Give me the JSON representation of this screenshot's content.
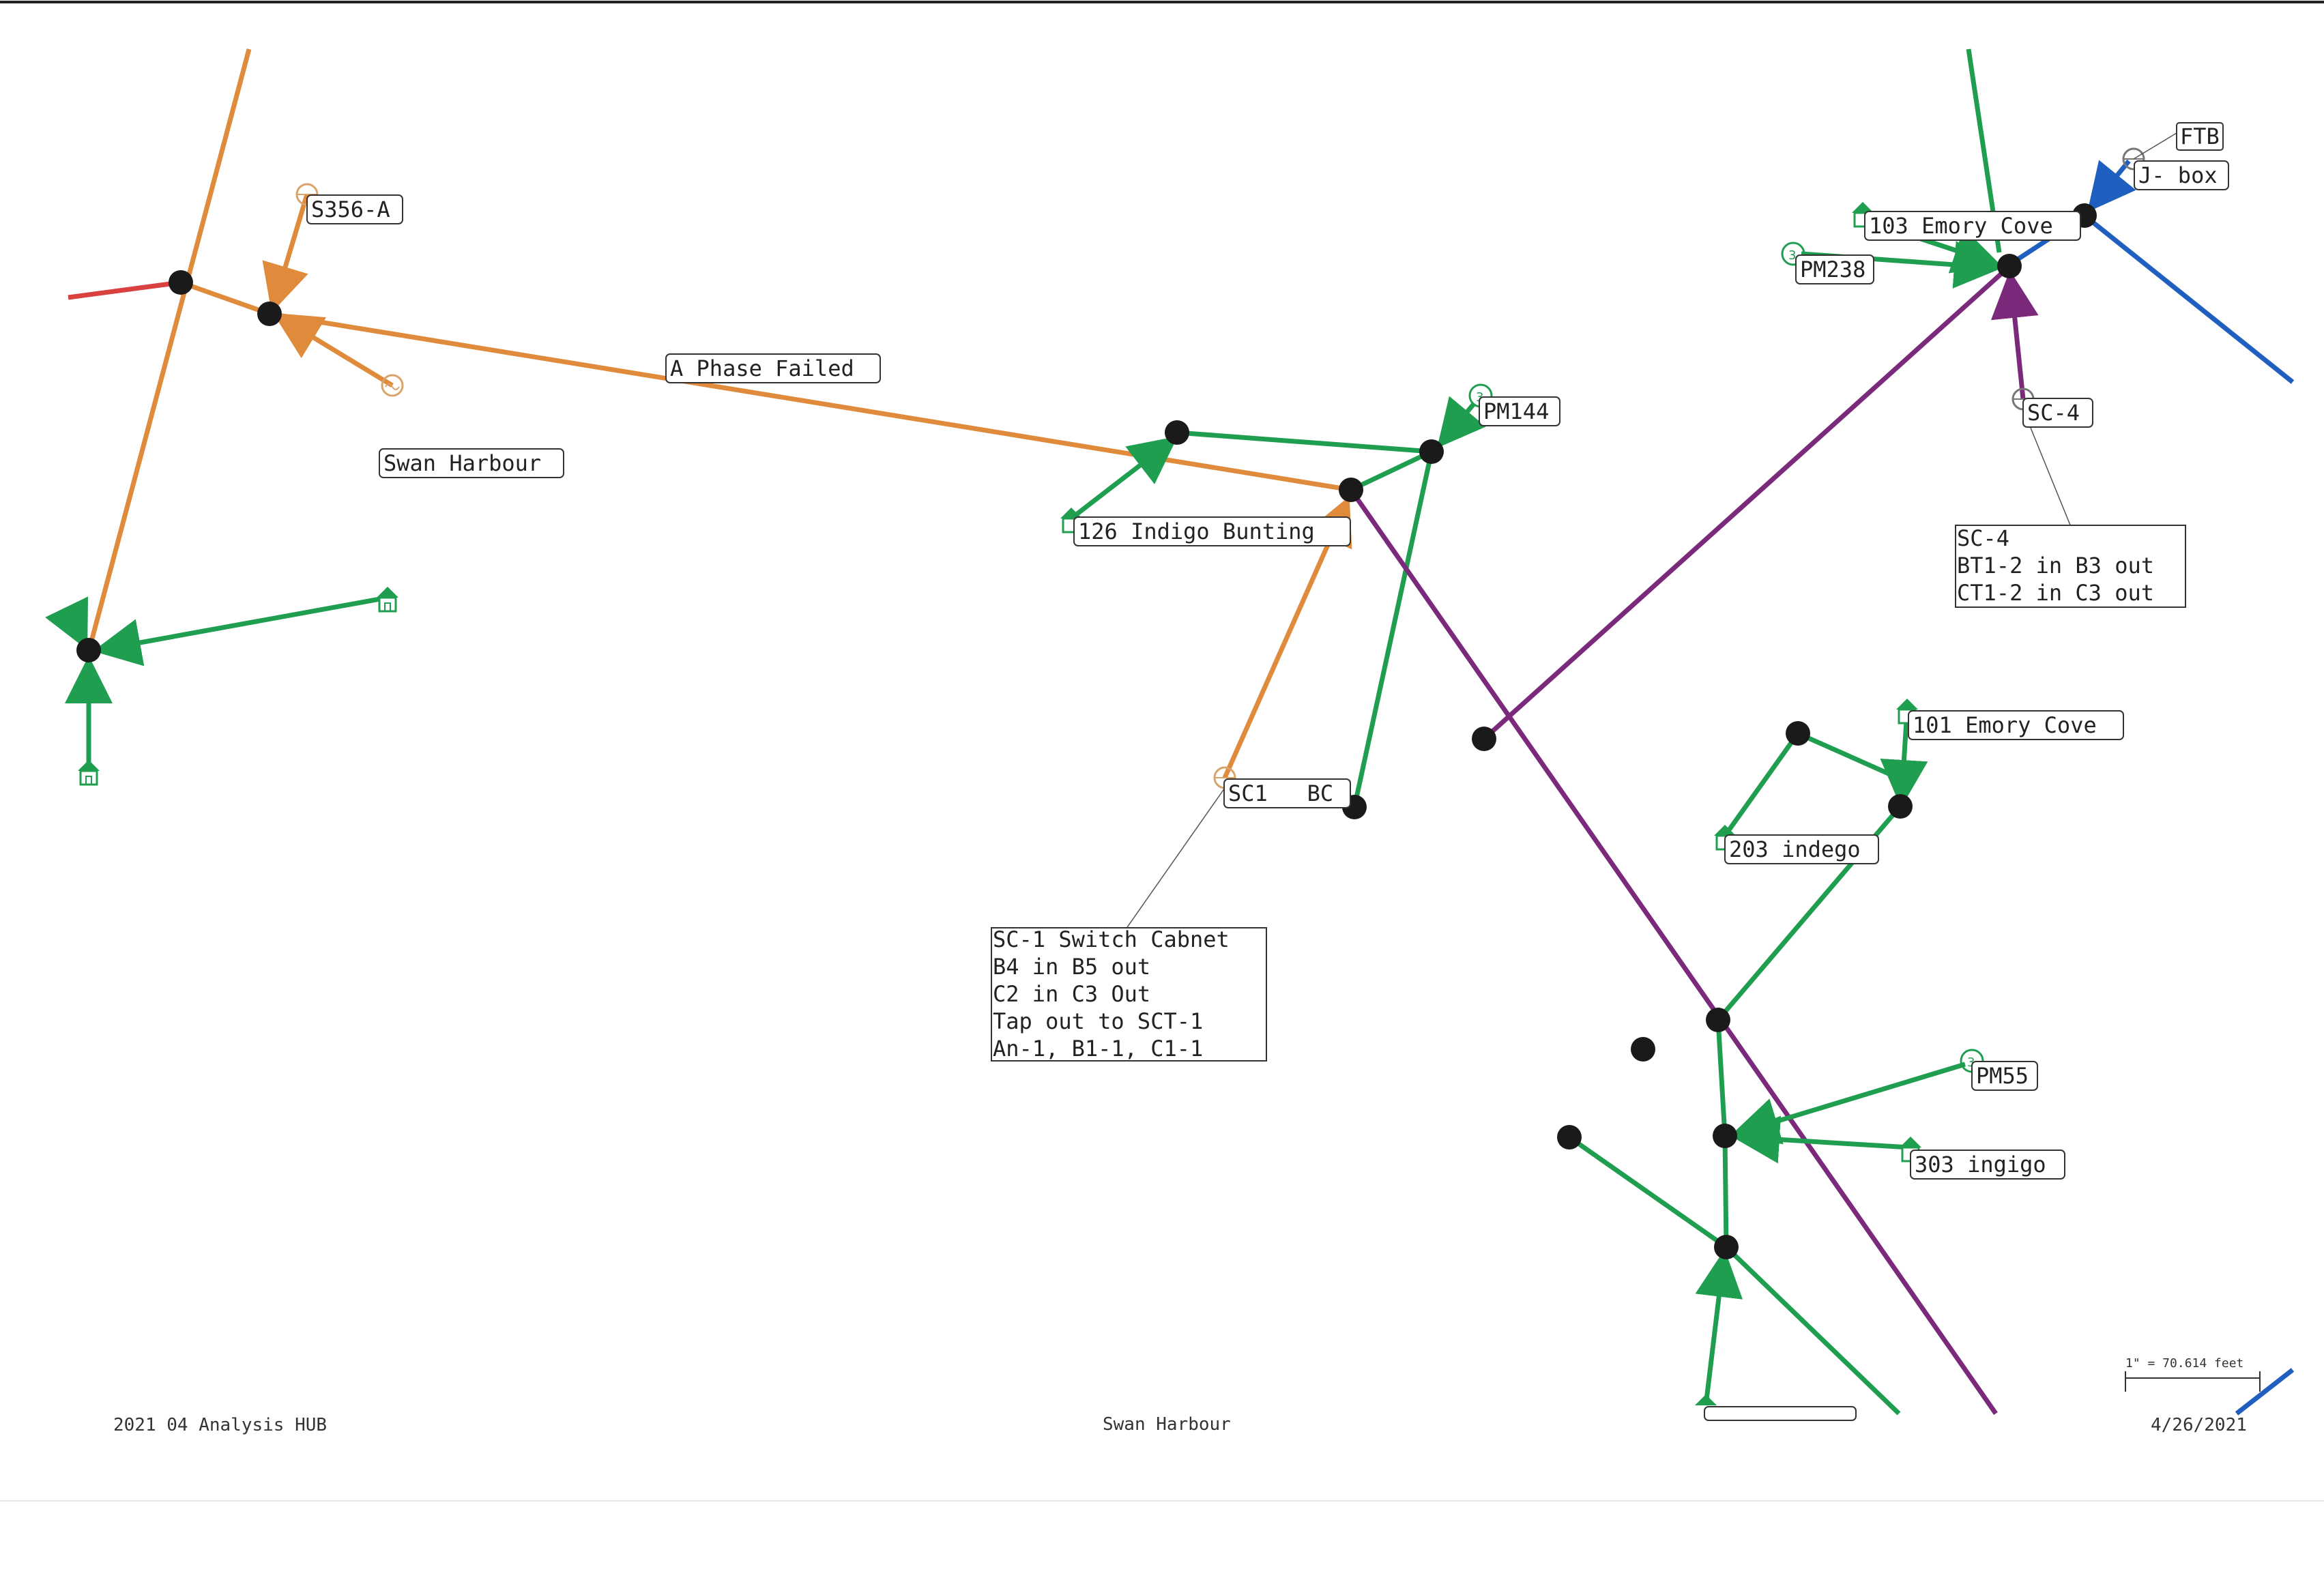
{
  "labels": {
    "s356a": "S356-A",
    "a_phase_failed": "A Phase Failed",
    "swan_harbour_map": "Swan Harbour",
    "indigo_126": "126 Indigo Bunting",
    "pm144": "PM144",
    "sc1_bc": "SC1   BC",
    "emory_103": "103 Emory Cove",
    "pm238": "PM238",
    "ftb": "FTB",
    "jbox": "J- box",
    "sc4": "SC-4",
    "emory_101": "101 Emory Cove",
    "indego_203": "203 indego",
    "pm55": "PM55",
    "ingigo_303": "303 ingigo"
  },
  "notes": {
    "sc1": [
      "SC-1 Switch Cabnet",
      "B4 in B5 out",
      "C2 in C3 Out",
      "Tap out to SCT-1",
      "An-1, B1-1, C1-1"
    ],
    "sc4": [
      "SC-4",
      "BT1-2 in B3 out",
      "CT1-2 in C3 out"
    ]
  },
  "footer": {
    "left": "2021 04 Analysis HUB",
    "center": "Swan Harbour",
    "right": "4/26/2021",
    "scale": "1\" = 70.614 feet"
  },
  "colors": {
    "green": "#1f9e50",
    "orange": "#e08a3c",
    "purple": "#7b2a7b",
    "blue": "#1f5fbf",
    "red": "#d94040"
  },
  "icons": [
    "house-icon",
    "pad-mount-transformer-icon",
    "switch-circle-icon"
  ]
}
